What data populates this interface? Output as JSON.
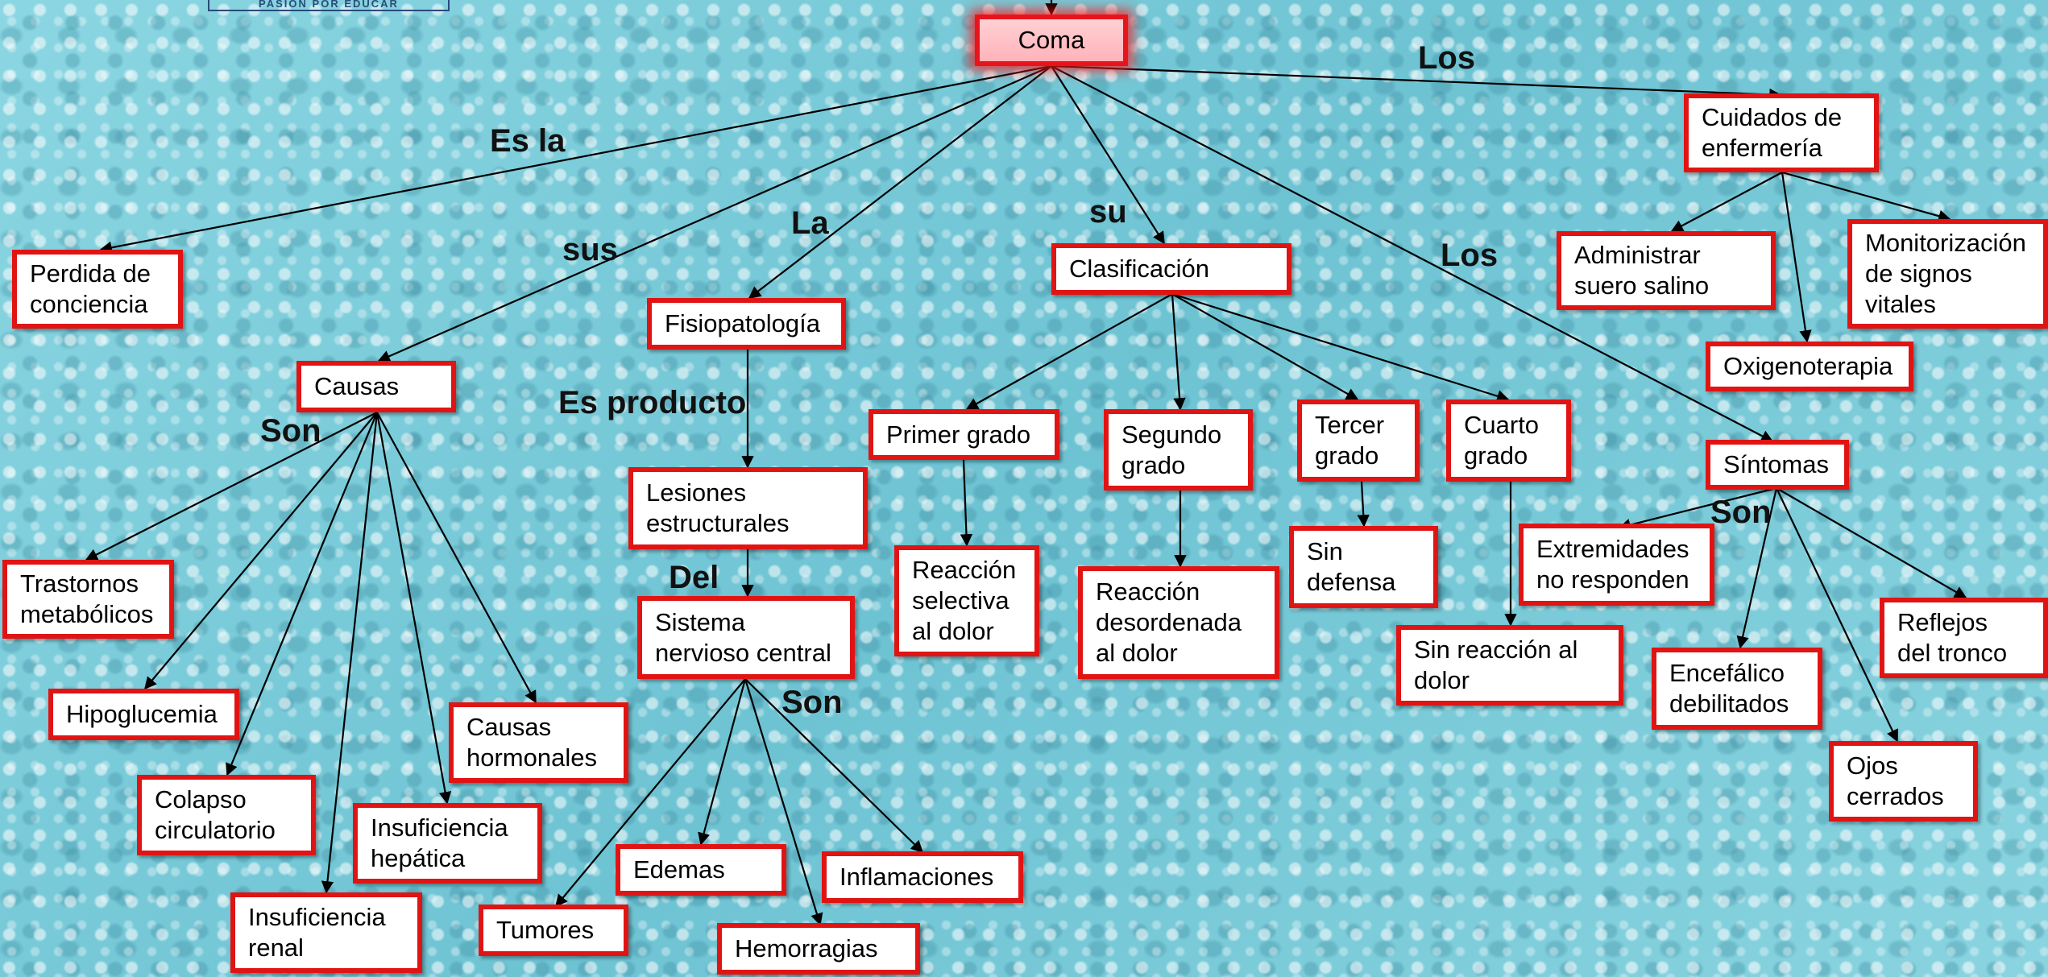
{
  "logo": {
    "text": "PASION POR EDUCAR"
  },
  "nodes": {
    "coma": "Coma",
    "perdida": "Perdida de\nconciencia",
    "causas": "Causas",
    "fisiopatologia": "Fisiopatología",
    "clasificacion": "Clasificación",
    "cuidados": "Cuidados de\nenfermería",
    "administrar": "Administrar\nsuero salino",
    "monitorizacion": "Monitorización\nde signos\nvitales",
    "oxigenoterapia": "Oxigenoterapia",
    "sintomas": "Síntomas",
    "trastornos": "Trastornos\nmetabólicos",
    "hipoglucemia": "Hipoglucemia",
    "colapso": "Colapso\ncirculatorio",
    "insuf_renal": "Insuficiencia\nrenal",
    "insuf_hepatica": "Insuficiencia\nhepática",
    "causas_hormonales": "Causas\nhormonales",
    "lesiones": "Lesiones\nestructurales",
    "sistema": "Sistema\nnervioso central",
    "tumores": "Tumores",
    "edemas": "Edemas",
    "hemorragias": "Hemorragias",
    "inflamaciones": "Inflamaciones",
    "primer": "Primer grado",
    "segundo": "Segundo\ngrado",
    "tercer": "Tercer\ngrado",
    "cuarto": "Cuarto\ngrado",
    "reaccion_selectiva": "Reacción\nselectiva\nal dolor",
    "reaccion_desordenada": "Reacción\ndesordenada\nal dolor",
    "sin_defensa": "Sin\ndefensa",
    "sin_reaccion": "Sin reacción al\ndolor",
    "extremidades": "Extremidades\nno responden",
    "encefalico": "Encefálico\ndebilitados",
    "ojos": "Ojos\ncerrados",
    "reflejos": "Reflejos\ndel tronco"
  },
  "link_labels": {
    "es_la": "Es la",
    "sus": "sus",
    "la": "La",
    "su": "su",
    "los_cuidados": "Los",
    "los_sintomas": "Los",
    "son_causas": "Son",
    "es_producto": "Es producto",
    "del": "Del",
    "son_sistema": "Son",
    "son_sintomas": "Son"
  },
  "colors": {
    "node_border": "#e11414",
    "root_fill": "#ffb3ba",
    "edge": "#000000"
  }
}
